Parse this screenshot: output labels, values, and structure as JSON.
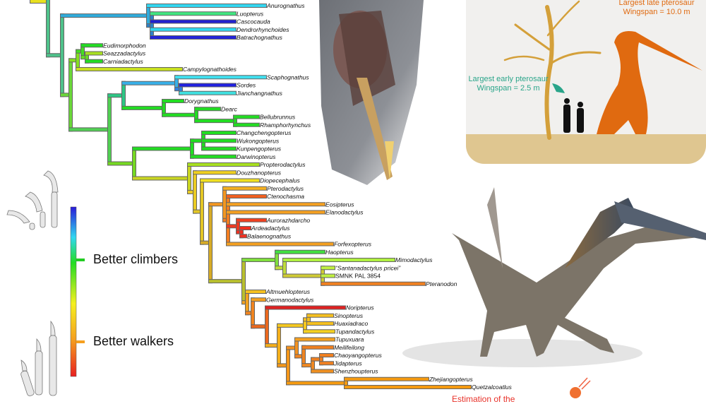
{
  "taxa": [
    {
      "name": "Anurognathus",
      "color": "#33d6f0"
    },
    {
      "name": "Luopterus",
      "color": "#40e680"
    },
    {
      "name": "Cascocauda",
      "color": "#2020d0"
    },
    {
      "name": "Dendrorhynchoides",
      "color": "#30d8f0"
    },
    {
      "name": "Batrachognathus",
      "color": "#2424d8"
    },
    {
      "name": "Eudimorphodon",
      "color": "#22dd22"
    },
    {
      "name": "Seazzadactylus",
      "color": "#a8e020"
    },
    {
      "name": "Carniadactylus",
      "color": "#22dd22"
    },
    {
      "name": "Campylognathoides",
      "color": "#c8e020"
    },
    {
      "name": "Scaphognathus",
      "color": "#40e0f0"
    },
    {
      "name": "Sordes",
      "color": "#2020e0"
    },
    {
      "name": "Jianchangnathus",
      "color": "#40e0e0"
    },
    {
      "name": "Dorygnathus",
      "color": "#22dd22"
    },
    {
      "name": "Dearc",
      "color": "#22dd22"
    },
    {
      "name": "Bellubrunnus",
      "color": "#22dd22"
    },
    {
      "name": "Rhamphorhynchus",
      "color": "#22dd22"
    },
    {
      "name": "Changchengopterus",
      "color": "#22dd22"
    },
    {
      "name": "Wukongopterus",
      "color": "#22dd22"
    },
    {
      "name": "Kunpengopterus",
      "color": "#22dd22"
    },
    {
      "name": "Darwinopterus",
      "color": "#22dd22"
    },
    {
      "name": "Propterodactylus",
      "color": "#a8e020"
    },
    {
      "name": "Douzhanopterus",
      "color": "#f0d020"
    },
    {
      "name": "Diopecephalus",
      "color": "#f0e020"
    },
    {
      "name": "Pterodactylus",
      "color": "#f5b020"
    },
    {
      "name": "Ctenochasma",
      "color": "#f06020"
    },
    {
      "name": "Eosipterus",
      "color": "#f5a020"
    },
    {
      "name": "Elanodactylus",
      "color": "#f5a020"
    },
    {
      "name": "Aurorazhdarcho",
      "color": "#f04020"
    },
    {
      "name": "Ardeadactylus",
      "color": "#f03020"
    },
    {
      "name": "Balaenognathus",
      "color": "#f03020"
    },
    {
      "name": "Forfexopterus",
      "color": "#f5a020"
    },
    {
      "name": "Haopterus",
      "color": "#40e040"
    },
    {
      "name": "Mimodactylus",
      "color": "#b0f040"
    },
    {
      "name": "“Santanadactylus pricei”",
      "color": "#c0f040"
    },
    {
      "name": "SMNK PAL 3854",
      "color": "#c0f040",
      "plain": true
    },
    {
      "name": "Pteranodon",
      "color": "#f08020"
    },
    {
      "name": "Altmuehlopterus",
      "color": "#f5c020"
    },
    {
      "name": "Germanodactylus",
      "color": "#f5a020"
    },
    {
      "name": "Noripterus",
      "color": "#e02020"
    },
    {
      "name": "Sinopterus",
      "color": "#f5c020"
    },
    {
      "name": "Huaxiadraco",
      "color": "#f5c020"
    },
    {
      "name": "Tupandactylus",
      "color": "#f5d020"
    },
    {
      "name": "Tupuxuara",
      "color": "#f5a020"
    },
    {
      "name": "Meilifeilong",
      "color": "#f08020"
    },
    {
      "name": "Chaoyangopterus",
      "color": "#f08020"
    },
    {
      "name": "Jidapterus",
      "color": "#f08020"
    },
    {
      "name": "Shenzhoupterus",
      "color": "#f09020"
    },
    {
      "name": "Zhejiangopterus",
      "color": "#f59a10"
    },
    {
      "name": "Quetzalcoatlus",
      "color": "#f59a10"
    }
  ],
  "legend": {
    "top_label": "Better climbers",
    "bottom_label": "Better walkers",
    "gradient": [
      "#2a1ad8",
      "#30d8f0",
      "#22dd22",
      "#f5f020",
      "#f5a020",
      "#e82020"
    ]
  },
  "scale_panel": {
    "late_title": "Largest late pterosaur",
    "late_wingspan": "Wingspan = 10.0 m",
    "late_color": "#e06a10",
    "early_title": "Largest early pterosaur",
    "early_wingspan": "Wingspan = 2.5 m",
    "early_color": "#2aa58a"
  },
  "footer_note": "Estimation of the"
}
